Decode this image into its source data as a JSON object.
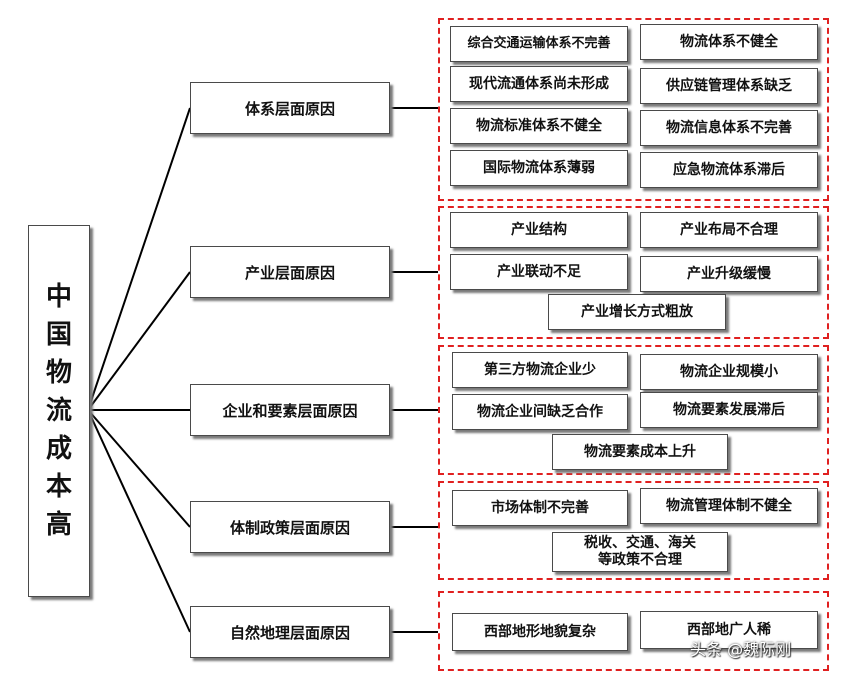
{
  "root": {
    "chars": [
      "中",
      "国",
      "物",
      "流",
      "成",
      "本",
      "高"
    ]
  },
  "categories": [
    {
      "label": "体系层面原因",
      "items": [
        "综合交通运输体系不完善",
        "物流体系不健全",
        "现代流通体系尚未形成",
        "供应链管理体系缺乏",
        "物流标准体系不健全",
        "物流信息体系不完善",
        "国际物流体系薄弱",
        "应急物流体系滞后"
      ]
    },
    {
      "label": "产业层面原因",
      "items": [
        "产业结构",
        "产业布局不合理",
        "产业联动不足",
        "产业升级缓慢",
        "产业增长方式粗放"
      ]
    },
    {
      "label": "企业和要素层面原因",
      "items": [
        "第三方物流企业少",
        "物流企业规模小",
        "物流企业间缺乏合作",
        "物流要素发展滞后",
        "物流要素成本上升"
      ]
    },
    {
      "label": "体制政策层面原因",
      "items": [
        "市场体制不完善",
        "物流管理体制不健全",
        "税收、交通、海关",
        "等政策不合理"
      ]
    },
    {
      "label": "自然地理层面原因",
      "items": [
        "西部地形地貌复杂",
        "西部地广人稀"
      ]
    }
  ],
  "watermark": "头条 @魏际刚",
  "colors": {
    "line": "#000000",
    "group_border": "#e02020",
    "box_border": "#4a4a4a"
  }
}
